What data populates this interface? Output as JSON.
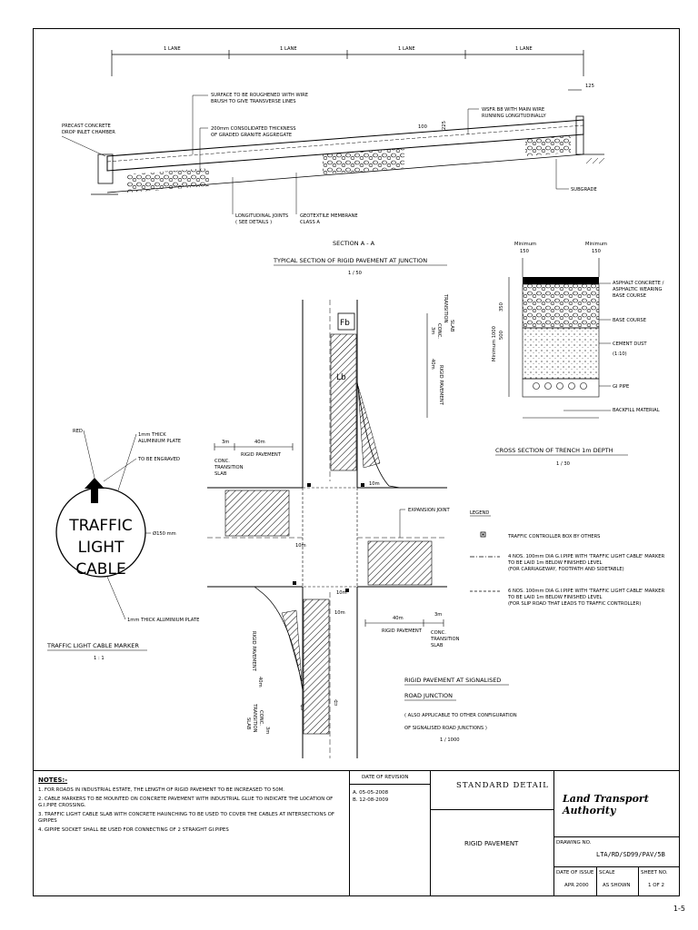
{
  "lanes": [
    "1 LANE",
    "1 LANE",
    "1 LANE",
    "1 LANE"
  ],
  "section_labels": {
    "surface": [
      "SURFACE TO BE ROUGHENED WITH WIRE",
      "BRUSH TO GIVE TRANSVERSE LINES"
    ],
    "precast": [
      "PRECAST CONCRETE",
      "DROP INLET CHAMBER"
    ],
    "consolidated": [
      "200mm CONSOLIDATED THICKNESS",
      "OF GRADED GRANITE AGGREGATE"
    ],
    "wsfr": [
      "WSFR B8 WITH MAIN WIRE",
      "RUNNING LONGITUDINALLY"
    ],
    "dim_100": "100",
    "dim_225": "225",
    "dim_125": "125",
    "subgrade": "SUBGRADE",
    "joints": [
      "LONGITUDINAL JOINTS",
      "( SEE DETAILS )"
    ],
    "geotextile": [
      "GEOTEXTILE MEMBRANE",
      "CLASS A"
    ],
    "section_title": "SECTION A - A",
    "section_subtitle": "TYPICAL SECTION OF RIGID PAVEMENT AT JUNCTION",
    "section_scale": "1 / 50"
  },
  "trench": {
    "minimum_left": "Minimum",
    "minimum_right": "Minimum",
    "dim150_left": "150",
    "dim150_right": "150",
    "dim350": "350",
    "dim500": "500",
    "min1000": "Minimum 1000",
    "asphalt": [
      "ASPHALT CONCRETE /",
      "ASPHALTIC WEARING",
      "BASE COURSE"
    ],
    "base": "BASE COURSE",
    "cement": [
      "CEMENT DUST",
      "(1:10)"
    ],
    "gi": "GI PIPE",
    "backfill": "BACKFILL MATERIAL",
    "title": "CROSS SECTION OF TRENCH 1m DEPTH",
    "scale": "1 / 30"
  },
  "marker": {
    "red": "RED",
    "plate1": [
      "1mm THICK",
      "ALUMINIUM PLATE"
    ],
    "engraved": "TO BE ENGRAVED",
    "dia": "Ø150 mm",
    "plate2": "1mm THICK ALUMINIUM PLATE",
    "text_lines": [
      "TRAFFIC",
      "LIGHT",
      "CABLE"
    ],
    "title": "TRAFFIC LIGHT CABLE MARKER",
    "scale": "1 : 1"
  },
  "junction": {
    "fb": "Fb",
    "lb": "Lb",
    "conc_slab_top": [
      "3m",
      "CONC.",
      "TRANSITION",
      "SLAB"
    ],
    "rigid_top": [
      "40m",
      "RIGID PAVEMENT"
    ],
    "left_3m": "3m",
    "left_40m": "40m",
    "left_rigid": "RIGID PAVEMENT",
    "left_conc": [
      "CONC.",
      "TRANSITION",
      "SLAB"
    ],
    "expansion": "EXPANSION JOINT",
    "r_3m": "3m",
    "r_40m": "40m",
    "r_rigid": "RIGID PAVEMENT",
    "r_conc": [
      "CONC.",
      "TRANSITION",
      "SLAB"
    ],
    "bottom_rigid": [
      "40m",
      "RIGID PAVEMENT"
    ],
    "bottom_conc": [
      "3m",
      "CONC.",
      "TRANSITION",
      "SLAB"
    ],
    "dims_small": [
      "10m",
      "10m",
      "10m",
      "10m"
    ],
    "title1": "RIGID PAVEMENT AT SIGNALISED",
    "title2": "ROAD JUNCTION",
    "note1": "( ALSO APPLICABLE TO OTHER CONFIGURATION",
    "note2": "OF SIGNALISED ROAD JUNCTIONS )",
    "scale": "1 / 1000"
  },
  "legend": {
    "title": "LEGEND",
    "item1": "TRAFFIC CONTROLLER BOX BY OTHERS",
    "item2": [
      "4 NOS. 100mm DIA G.I.PIPE WITH 'TRAFFIC LIGHT CABLE' MARKER",
      "TO BE LAID 1m BELOW FINISHED LEVEL",
      "(FOR CARRIAGEWAY, FOOTPATH AND SIDETABLE)"
    ],
    "item3": [
      "6 NOS. 100mm DIA G.I.PIPE WITH 'TRAFFIC LIGHT CABLE' MARKER",
      "TO BE LAID 1m BELOW FINISHED LEVEL",
      "(FOR SLIP ROAD THAT LEADS TO TRAFFIC CONTROLLER)"
    ]
  },
  "notes": {
    "heading": "NOTES:-",
    "items": [
      "1. FOR ROADS IN INDUSTRIAL ESTATE, THE LENGTH OF RIGID PAVEMENT TO BE INCREASED TO 50m.",
      "2. CABLE MARKERS TO BE MOUNTED ON CONCRETE PAVEMENT WITH INDUSTRIAL GLUE TO INDICATE THE LOCATION OF G.I.PIPE CROSSING.",
      "3. TRAFFIC LIGHT CABLE SLAB WITH CONCRETE HAUNCHING TO BE USED TO COVER THE CABLES AT INTERSECTIONS OF GIPIPES",
      "4. GIPIPE SOCKET SHALL BE USED FOR CONNECTING OF 2 STRAIGHT GI.PIPES"
    ]
  },
  "title_block": {
    "revision_header": "DATE OF REVISION",
    "revisions": [
      "A. 05-05-2008",
      "B. 12-08-2009"
    ],
    "standard": "STANDARD   DETAIL",
    "title": "RIGID PAVEMENT",
    "authority": "Land Transport Authority",
    "drawing_no_label": "DRAWING NO.",
    "drawing_no": "LTA/RD/SD99/PAV/5B",
    "date_label": "DATE OF ISSUE",
    "date": "APR 2000",
    "scale_label": "SCALE",
    "scale": "AS SHOWN",
    "sheet_label": "SHEET NO.",
    "sheet": "1 OF 2"
  },
  "page_number": "1-5"
}
